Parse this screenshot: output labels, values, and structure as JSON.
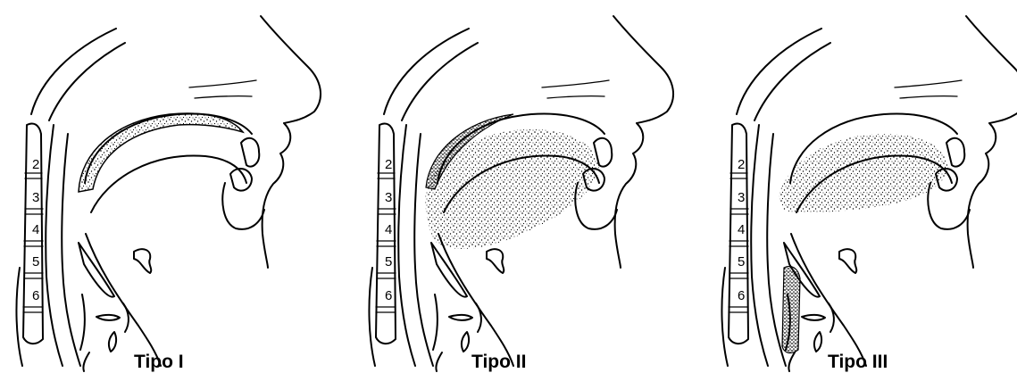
{
  "panels": [
    {
      "caption": "Tipo I",
      "vertebrae": [
        "2",
        "3",
        "4",
        "5",
        "6"
      ],
      "fill_color": "#000000"
    },
    {
      "caption": "Tipo II",
      "vertebrae": [
        "2",
        "3",
        "4",
        "5",
        "6"
      ],
      "fill_color": "#000000"
    },
    {
      "caption": "Tipo III",
      "vertebrae": [
        "2",
        "3",
        "4",
        "5",
        "6"
      ],
      "fill_color": "#000000"
    }
  ]
}
